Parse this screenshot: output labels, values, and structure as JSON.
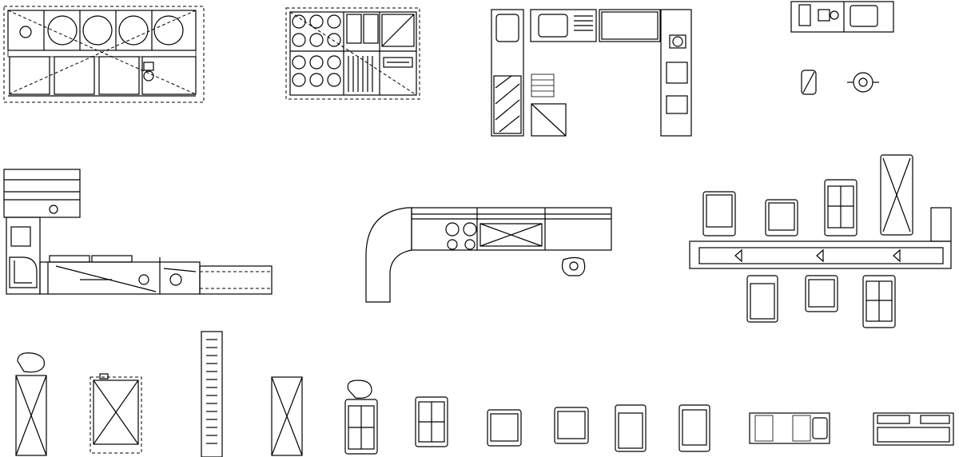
{
  "drawing": {
    "line_color": "#000000",
    "background_color": "#ffffff",
    "blocks": [
      "cooking-line-with-kettles",
      "range-with-burners",
      "l-shaped-kitchen",
      "sink-counter-and-fixtures",
      "conveyor-dishwash-line",
      "curved-service-counter",
      "bar-with-stools",
      "bottom-row-equipment"
    ]
  }
}
